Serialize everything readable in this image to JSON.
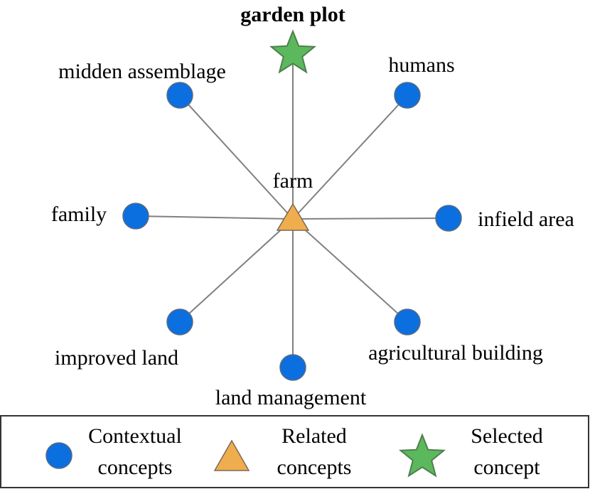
{
  "diagram": {
    "selected": {
      "label": "garden plot",
      "color": "#5cb85c"
    },
    "center": {
      "label": "farm",
      "color": "#f0ad4e"
    },
    "contextual_color": "#0b6fe0",
    "edge_color": "#808080",
    "nodes": [
      {
        "id": "midden",
        "label": "midden assemblage"
      },
      {
        "id": "humans",
        "label": "humans"
      },
      {
        "id": "family",
        "label": "family"
      },
      {
        "id": "infield",
        "label": "infield area"
      },
      {
        "id": "improved",
        "label": "improved land"
      },
      {
        "id": "landmgmt",
        "label": "land management"
      },
      {
        "id": "agri",
        "label": "agricultural building"
      }
    ]
  },
  "legend": {
    "contextual": {
      "line1": "Contextual",
      "line2": "concepts"
    },
    "related": {
      "line1": "Related",
      "line2": "concepts"
    },
    "selected": {
      "line1": "Selected",
      "line2": "concept"
    }
  }
}
